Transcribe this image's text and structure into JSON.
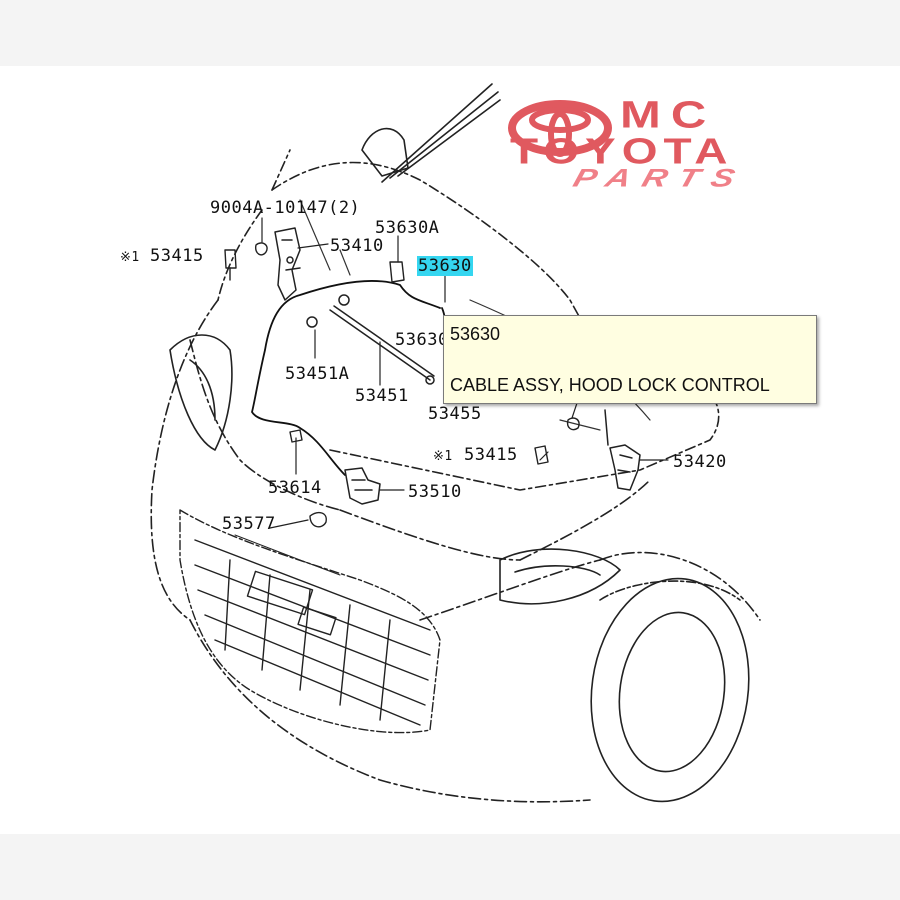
{
  "logo": {
    "line1": "MC",
    "line2": "TOYOTA",
    "line3": "PARTS",
    "color": "#e0595f"
  },
  "parts": {
    "p1": "9004A-10147(2)",
    "p2_mark": "※1",
    "p2": "53415",
    "p3": "53410",
    "p4": "53630A",
    "p5": "53630",
    "p6": "53630",
    "p7": "53451A",
    "p8": "53451",
    "p9": "53455",
    "p10_mark": "※1",
    "p10": "53415",
    "p11": "53420",
    "p12": "53614",
    "p13": "53510",
    "p14": "53577"
  },
  "tooltip": {
    "code": "53630",
    "description": "CABLE ASSY, HOOD LOCK CONTROL"
  },
  "highlight_color": "#35d6f0"
}
